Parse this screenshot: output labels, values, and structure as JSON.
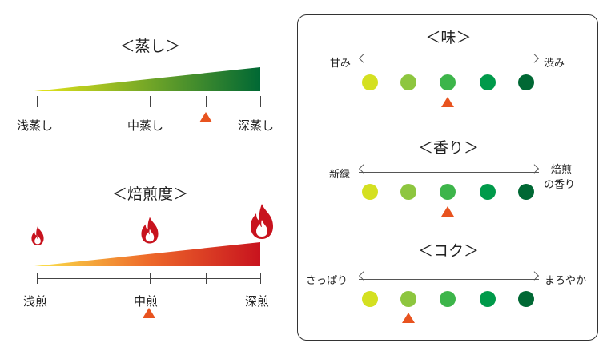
{
  "steaming": {
    "title": "＜蒸し＞",
    "labels": [
      "浅蒸し",
      "中蒸し",
      "深蒸し"
    ],
    "colors": {
      "start": "#e8e61a",
      "end": "#006834"
    }
  },
  "roasting": {
    "title": "＜焙煎度＞",
    "labels": [
      "浅煎",
      "中煎",
      "深煎"
    ],
    "colors": {
      "start": "#fbe44a",
      "mid": "#ee6a2a",
      "end": "#c8131e",
      "flame": "#c8131e"
    }
  },
  "taste_panel": {
    "scale_colors": [
      "#d4e021",
      "#8dc63f",
      "#3db54a",
      "#009a4a",
      "#006834"
    ],
    "marker_color": "#e8531f",
    "sections": [
      {
        "title": "＜味＞",
        "left": "甘み",
        "right": "渋み",
        "level": 3
      },
      {
        "title": "＜香り＞",
        "left": "新緑",
        "right_line1": "焙煎",
        "right_line2": "の香り",
        "level": 3
      },
      {
        "title": "＜コク＞",
        "left": "さっぱり",
        "right": "まろやか",
        "level": 2
      }
    ]
  }
}
